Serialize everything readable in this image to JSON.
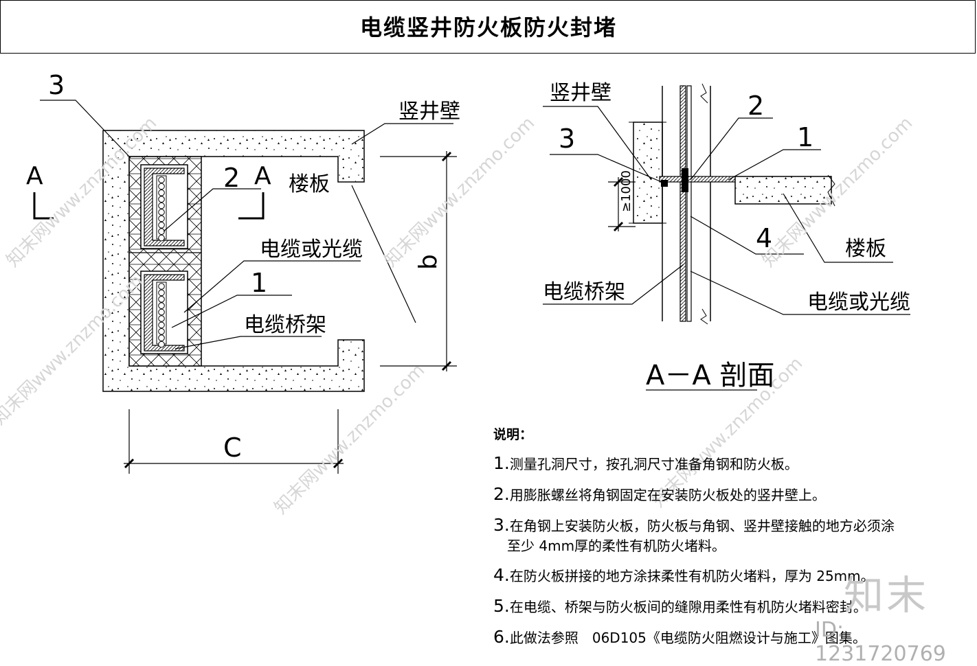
{
  "title": "电缆竖井防火板防火封堵",
  "plan": {
    "label_3": "3",
    "label_2": "2",
    "label_1": "1",
    "label_A_left": "A",
    "label_A_right": "A",
    "label_shaft_wall": "竖井壁",
    "label_floor": "楼板",
    "label_cable": "电缆或光缆",
    "label_tray": "电缆桥架",
    "dim_b": "b",
    "dim_c": "C"
  },
  "section": {
    "label_shaft_wall": "竖井壁",
    "label_3": "3",
    "label_2": "2",
    "label_1": "1",
    "label_4": "4",
    "label_floor": "楼板",
    "label_tray": "电缆桥架",
    "label_cable": "电缆或光缆",
    "dim_1000": "≥1000",
    "caption": "A－A 剖面"
  },
  "notes": {
    "heading": "说明：",
    "items": [
      {
        "num": "1.",
        "text": "测量孔洞尺寸，按孔洞尺寸准备角钢和防火板。"
      },
      {
        "num": "2.",
        "text": "用膨胀螺丝将角钢固定在安装防火板处的竖井壁上。"
      },
      {
        "num": "3.",
        "text": "在角钢上安装防火板，防火板与角钢、竖井壁接触的地方必须涂"
      },
      {
        "num": "4.",
        "text": "在防火板拼接的地方涂抹柔性有机防火堵料，厚为 25mm。"
      },
      {
        "num": "5.",
        "text": "在电缆、桥架与防火板间的缝隙用柔性有机防火堵料密封。"
      },
      {
        "num": "6.",
        "text": "此做法参照　06D105《电缆防火阻燃设计与施工》图集。"
      }
    ],
    "item3_cont": "至少 4mm厚的柔性有机防火堵料。"
  },
  "watermark": {
    "brand": "知末",
    "id": "ID: 1231720769",
    "diag": "知末网www.znzmo.com"
  }
}
